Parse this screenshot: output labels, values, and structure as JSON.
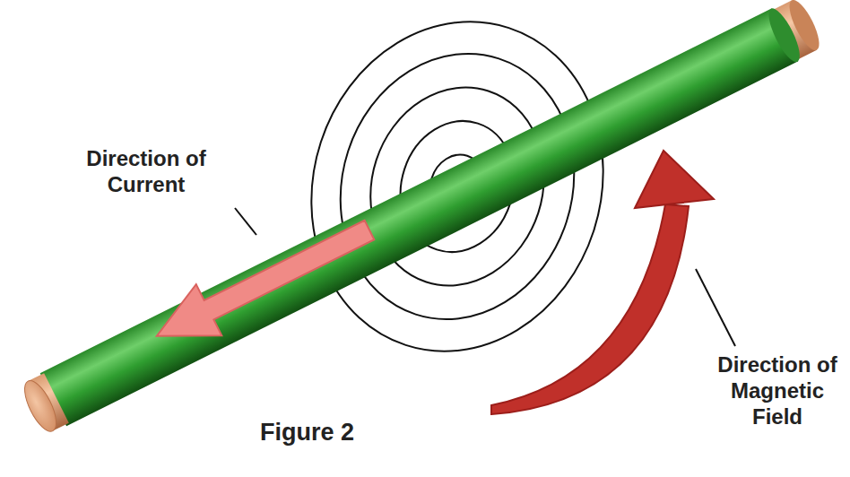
{
  "diagram": {
    "caption": "Figure 2",
    "labels": [
      "Direction of Current",
      "Direction of Magnetic Field"
    ]
  }
}
